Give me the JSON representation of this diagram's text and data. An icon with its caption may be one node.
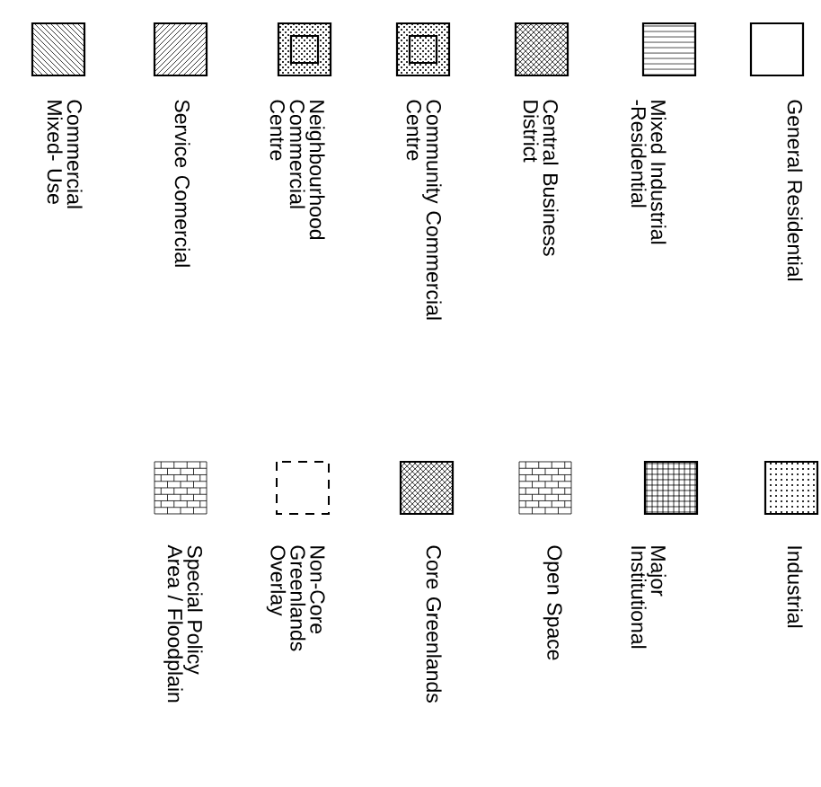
{
  "diagram": {
    "legend": [
      {
        "text": "General Residential"
      },
      {
        "text": "Mixed Industrial -Residential"
      },
      {
        "text": "Central Business District"
      },
      {
        "text": "Community Commercial Centre"
      },
      {
        "text": "Neighbourhood Commercial Centre"
      },
      {
        "text": "Service Comercial"
      },
      {
        "text": "Commercial Mixed- Use"
      },
      {
        "text": "Industrial"
      },
      {
        "text": "Major Institutional"
      },
      {
        "text": "Open Space"
      },
      {
        "text": "Core Greenlands"
      },
      {
        "text": "Non-Core Greenlands Overlay"
      },
      {
        "text": "Special Policy Area / Floodplain"
      }
    ]
  }
}
